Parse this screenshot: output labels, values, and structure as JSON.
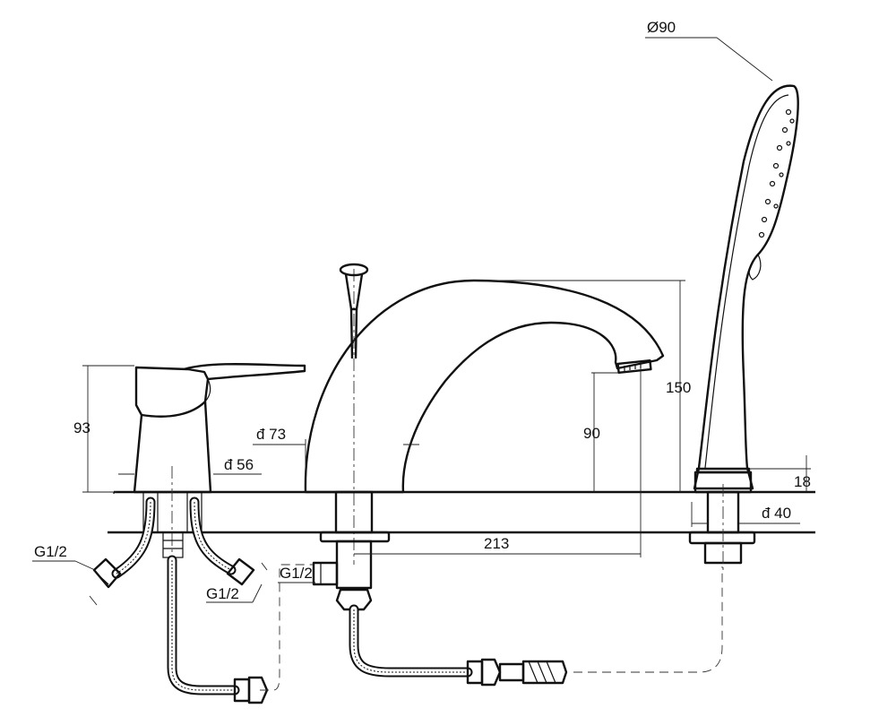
{
  "drawing": {
    "labels": {
      "diameter_head": "Ø90",
      "height_mixer": "93",
      "dia_73": "đ 73",
      "dia_56": "đ 56",
      "height_spout_outlet": "90",
      "height_spout": "150",
      "height_base": "18",
      "dia_40": "đ 40",
      "spacing": "213",
      "thread_left": "G1/2",
      "thread_mid": "G1/2",
      "thread_center": "G1/2"
    }
  }
}
